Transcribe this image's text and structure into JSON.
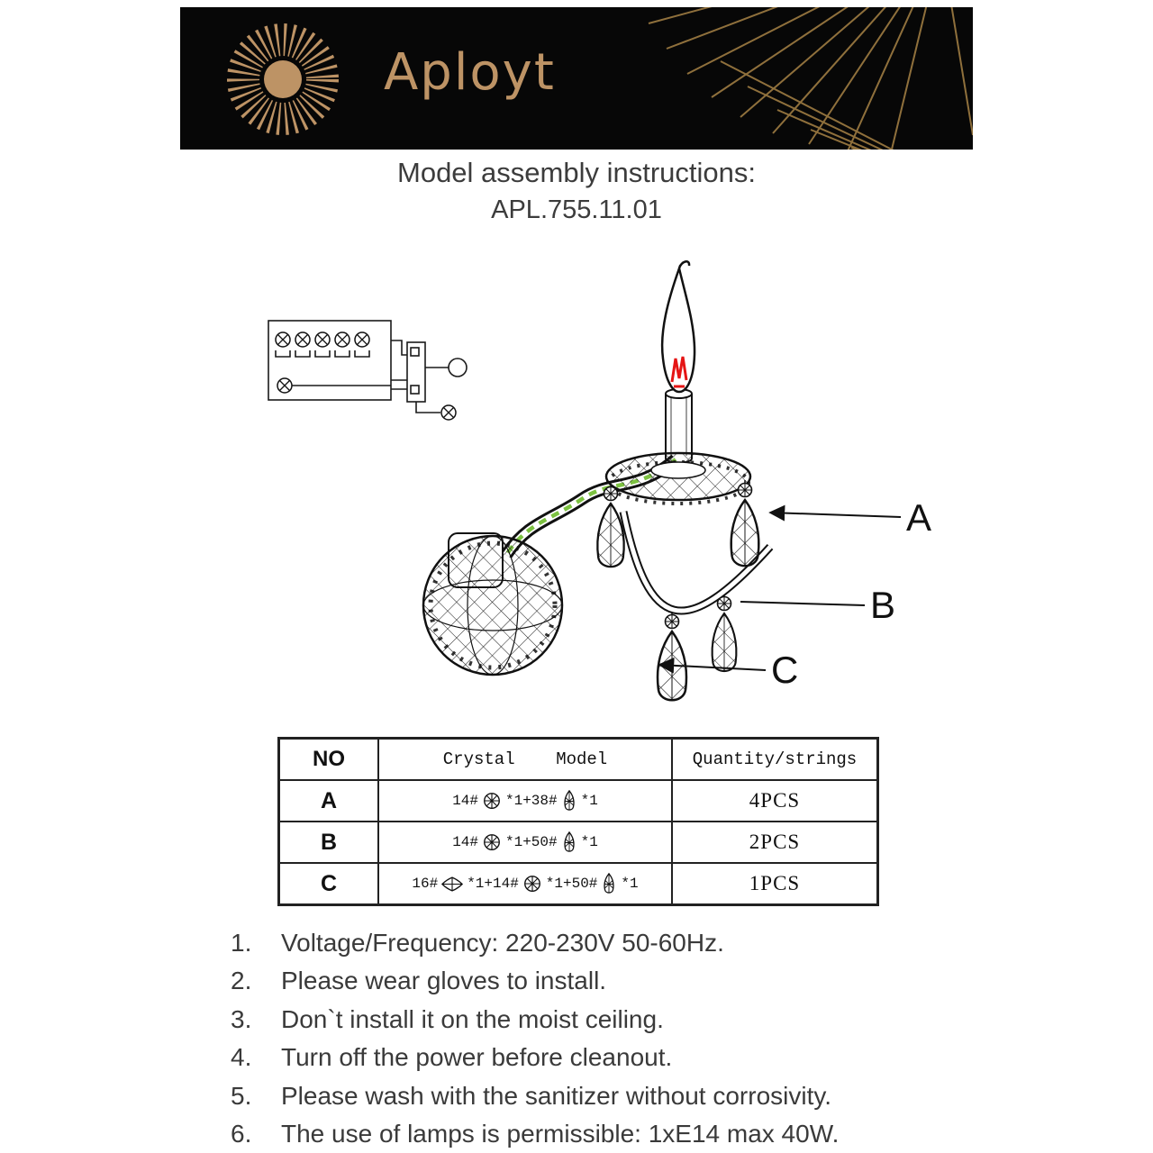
{
  "colors": {
    "brand_gold": "#bd9365",
    "header_bg": "#070707",
    "text_dark": "#3c3c3c",
    "filament_red": "#e51515",
    "arm_green": "#7dc242"
  },
  "header": {
    "brand": "Aployt"
  },
  "title": {
    "line1": "Model assembly instructions:",
    "line2": "APL.755.11.01"
  },
  "diagram": {
    "label_a": "A",
    "label_b": "B",
    "label_c": "C"
  },
  "table": {
    "header": {
      "no": "NO",
      "model": "Crystal    Model",
      "qty": "Quantity/strings"
    },
    "rows": [
      {
        "no": "A",
        "seg1": "14#",
        "seg2": "*1+38#",
        "seg3": "*1",
        "qty": "4PCS"
      },
      {
        "no": "B",
        "seg1": "14#",
        "seg2": "*1+50#",
        "seg3": "*1",
        "qty": "2PCS"
      },
      {
        "no": "C",
        "seg0": "16#",
        "seg1": "*1+14#",
        "seg2": "*1+50#",
        "seg3": "*1",
        "qty": "1PCS"
      }
    ]
  },
  "instructions": [
    {
      "num": "1.",
      "text": "Voltage/Frequency: 220-230V 50-60Hz."
    },
    {
      "num": "2.",
      "text": "Please wear gloves to install."
    },
    {
      "num": "3.",
      "text": "Don`t install it on the moist ceiling."
    },
    {
      "num": "4.",
      "text": "Turn off the power before cleanout."
    },
    {
      "num": "5.",
      "text": "Please wash with the sanitizer without corrosivity."
    },
    {
      "num": "6.",
      "text": "The use of lamps is permissible: 1xE14 max 40W."
    }
  ]
}
